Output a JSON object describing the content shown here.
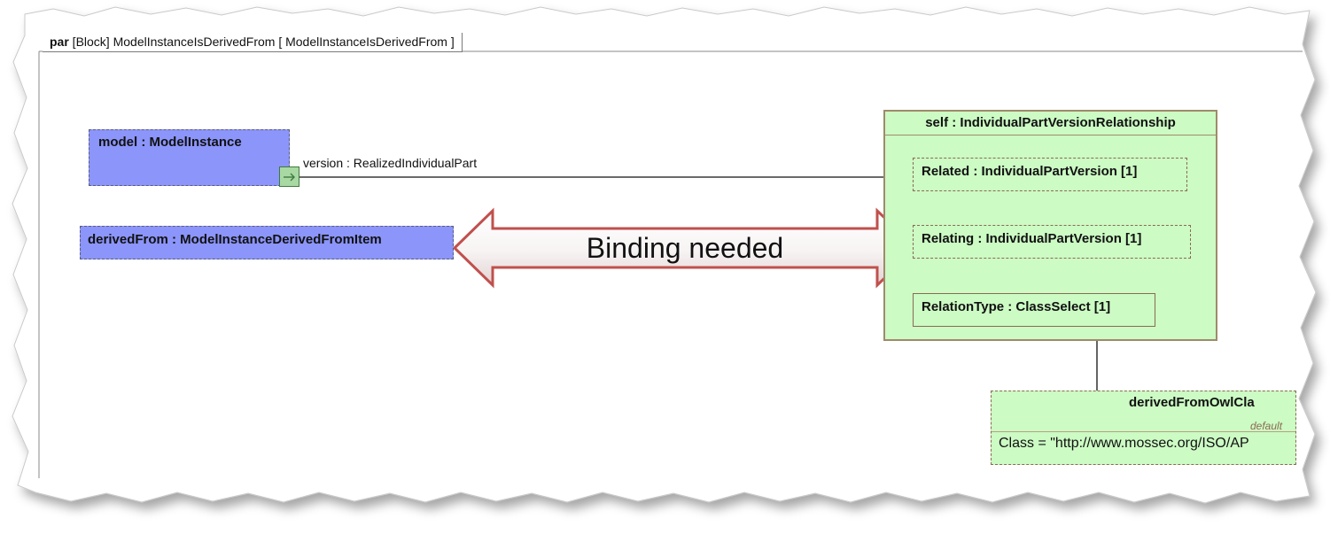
{
  "frame": {
    "keyword": "par",
    "name": " [Block] ModelInstanceIsDerivedFrom [ ModelInstanceIsDerivedFrom ]"
  },
  "parts": {
    "model": "model : ModelInstance",
    "derived_from": "derivedFrom : ModelInstanceDerivedFromItem",
    "self": "self : IndividualPartVersionRelationship",
    "related": "Related : IndividualPartVersion [1]",
    "relating": "Relating : IndividualPartVersion [1]",
    "relation_type": "RelationType : ClassSelect [1]",
    "owl_class": "derivedFromOwlCla",
    "owl_stereo": "default",
    "owl_value": "Class = \"http://www.mossec.org/ISO/AP"
  },
  "connector_label": "version : RealizedIndividualPart",
  "callout": "Binding needed",
  "colors": {
    "part_blue": "#8b95fa",
    "part_green": "#ccfbc4",
    "arrow_stroke": "#c0504d"
  },
  "icons": {
    "port": "arrow-right-icon"
  }
}
